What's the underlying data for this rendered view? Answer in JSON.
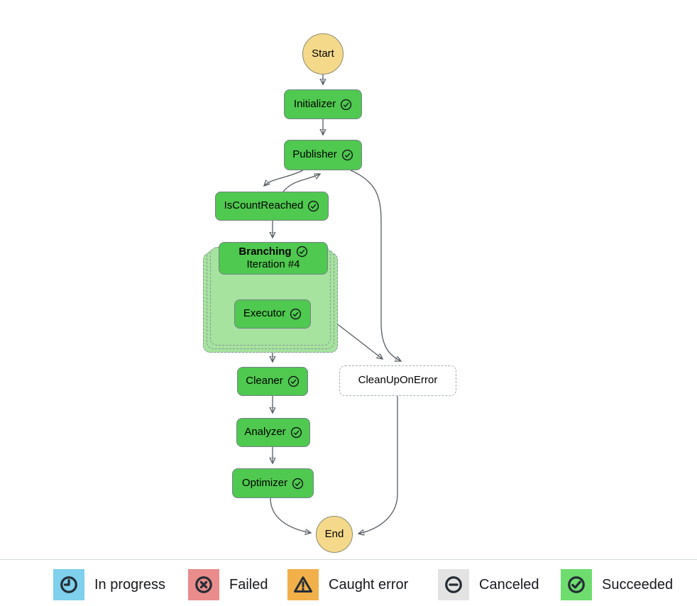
{
  "nodes": {
    "start": {
      "label": "Start"
    },
    "initializer": {
      "label": "Initializer",
      "status": "succeeded"
    },
    "publisher": {
      "label": "Publisher",
      "status": "succeeded"
    },
    "isCountReached": {
      "label": "IsCountReached",
      "status": "succeeded"
    },
    "branching": {
      "label": "Branching",
      "sublabel": "Iteration #4",
      "status": "succeeded"
    },
    "executor": {
      "label": "Executor",
      "status": "succeeded"
    },
    "cleaner": {
      "label": "Cleaner",
      "status": "succeeded"
    },
    "cleanUpOnError": {
      "label": "CleanUpOnError",
      "status": "not-executed"
    },
    "analyzer": {
      "label": "Analyzer",
      "status": "succeeded"
    },
    "optimizer": {
      "label": "Optimizer",
      "status": "succeeded"
    },
    "end": {
      "label": "End"
    }
  },
  "edges": [
    {
      "from": "Start",
      "to": "Initializer"
    },
    {
      "from": "Initializer",
      "to": "Publisher"
    },
    {
      "from": "Publisher",
      "to": "IsCountReached"
    },
    {
      "from": "IsCountReached",
      "to": "Publisher"
    },
    {
      "from": "Publisher",
      "to": "CleanUpOnError"
    },
    {
      "from": "IsCountReached",
      "to": "Branching"
    },
    {
      "from": "Branching",
      "to": "Executor"
    },
    {
      "from": "Branching",
      "to": "CleanUpOnError"
    },
    {
      "from": "Branching",
      "to": "Cleaner"
    },
    {
      "from": "Cleaner",
      "to": "Analyzer"
    },
    {
      "from": "Analyzer",
      "to": "Optimizer"
    },
    {
      "from": "Optimizer",
      "to": "End"
    },
    {
      "from": "CleanUpOnError",
      "to": "End"
    }
  ],
  "legend": {
    "items": [
      {
        "label": "In progress",
        "icon": "clock-icon",
        "color": "#7ed0ec"
      },
      {
        "label": "Failed",
        "icon": "x-circle-icon",
        "color": "#ea8c8c"
      },
      {
        "label": "Caught error",
        "icon": "warning-triangle-icon",
        "color": "#f2b04a"
      },
      {
        "label": "Canceled",
        "icon": "minus-circle-icon",
        "color": "#e3e3e3"
      },
      {
        "label": "Succeeded",
        "icon": "check-circle-icon",
        "color": "#6edd6e"
      }
    ]
  },
  "colors": {
    "succeeded_node": "#4fc94f",
    "map_container": "#a6e39e",
    "start_end_node": "#f5d98b",
    "not_executed_node": "#ffffff",
    "edge": "#565d63"
  }
}
